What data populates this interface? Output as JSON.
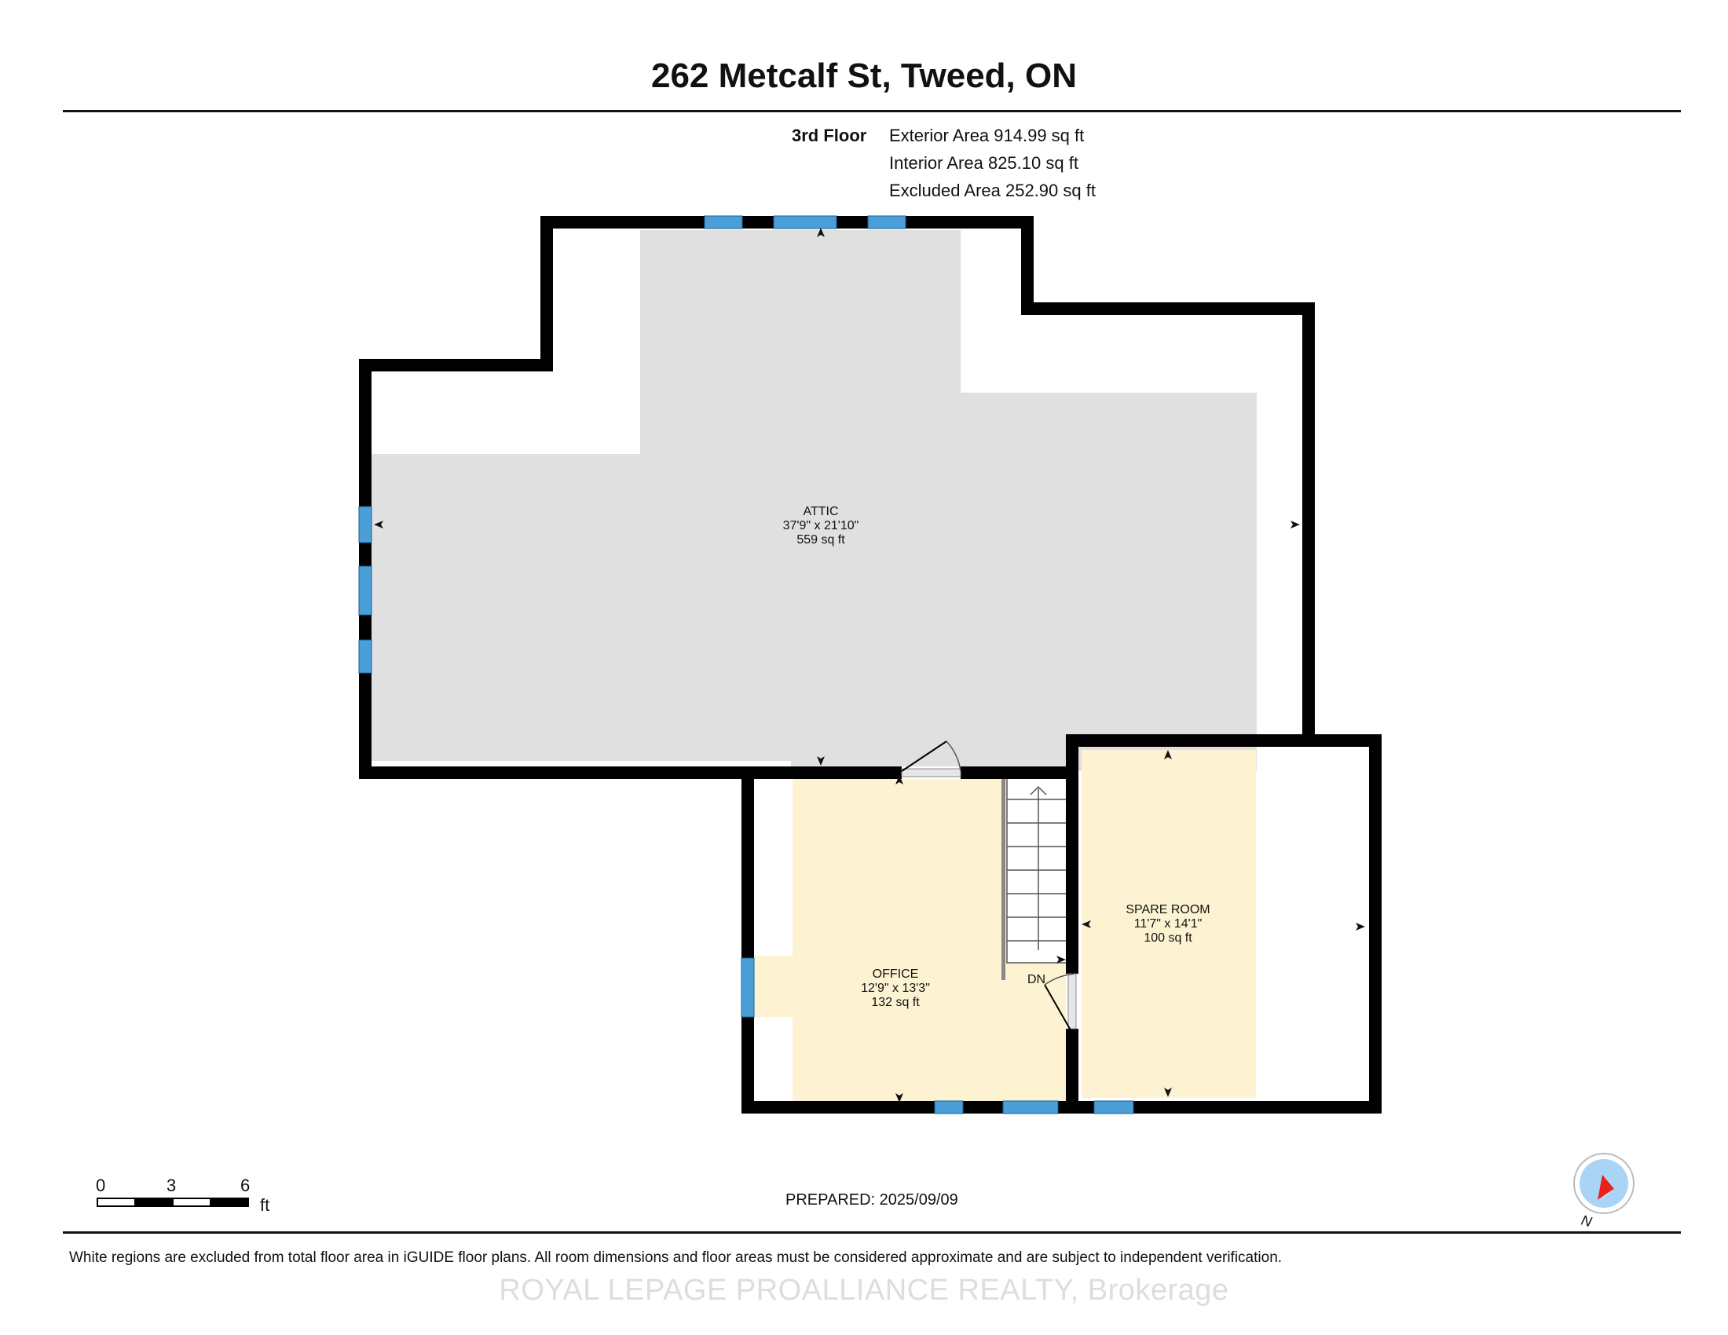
{
  "header": {
    "title": "262 Metcalf St, Tweed, ON"
  },
  "summary": {
    "floor_label": "3rd Floor",
    "areas": [
      "Exterior Area 914.99 sq ft",
      "Interior Area 825.10 sq ft",
      "Excluded Area 252.90 sq ft"
    ]
  },
  "rooms": {
    "attic": {
      "name": "ATTIC",
      "dims": "37'9\" x 21'10\"",
      "area": "559 sq ft"
    },
    "office": {
      "name": "OFFICE",
      "dims": "12'9\" x 13'3\"",
      "area": "132 sq ft"
    },
    "spare_room": {
      "name": "SPARE ROOM",
      "dims": "11'7\" x 14'1\"",
      "area": "100 sq ft"
    },
    "stairs_label": "DN"
  },
  "scale_bar": {
    "ticks": [
      "0",
      "3",
      "6"
    ],
    "unit": "ft"
  },
  "footer": {
    "prepared": "PREPARED: 2025/09/09",
    "disclaimer": "White regions are excluded from total floor area in iGUIDE floor plans. All room dimensions and floor areas must be considered approximate and are subject to independent verification.",
    "watermark": "ROYAL LEPAGE PROALLIANCE REALTY, Brokerage",
    "compass_label": "N"
  },
  "colors": {
    "wall": "#000000",
    "window": "#4a9fd8",
    "attic_fill": "#e0e0e0",
    "room_fill": "#fdf3d3",
    "compass_fill": "#a9d4f5",
    "compass_needle": "#e8221c"
  }
}
